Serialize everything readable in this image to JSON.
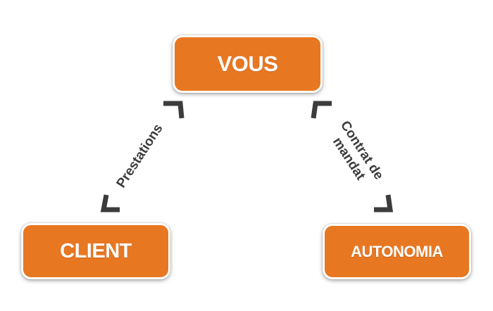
{
  "colors": {
    "box_fill": "#e87722",
    "box_text": "#ffffff",
    "box_border": "#ffffff",
    "arrow": "#3c3c3c",
    "label_text": "#3c3c3c"
  },
  "nodes": {
    "vous": {
      "label": "VOUS"
    },
    "client": {
      "label": "CLIENT"
    },
    "autonomia": {
      "label": "AUTONOMIA"
    }
  },
  "edges": {
    "client_vous": {
      "label": "Prestations",
      "direction": "bidirectional"
    },
    "vous_autonomia": {
      "label_line1": "Contrat de",
      "label_line2": "mandat",
      "direction": "bidirectional"
    }
  }
}
